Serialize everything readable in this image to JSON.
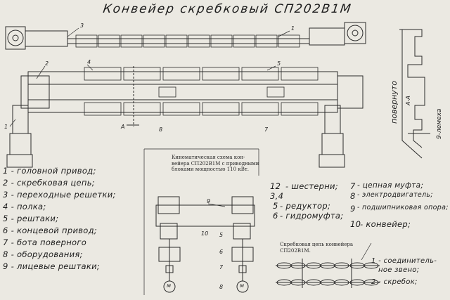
{
  "title": "Конвейер скребковый СП202В1М",
  "legend_left": [
    "1 - головной привод;",
    "2 - скребковая цепь;",
    "3 - переходные решетки;",
    "4 - полка;",
    "5 - рештаки;",
    "6 - концевой привод;",
    "7 - бота поверного",
    "8 - оборудования;",
    "9 - лицевые рештаки;"
  ],
  "legend_right": [
    {
      "num": "12",
      "text": "- шестерни;"
    },
    {
      "num": "3,4",
      "text": ""
    },
    {
      "num": "5",
      "text": "- редуктор;"
    },
    {
      "num": "6",
      "text": "- гидромуфта;"
    },
    {
      "num": "7",
      "text": "- цепная муфта;"
    },
    {
      "num": "8",
      "text": "- электродвигатель;"
    },
    {
      "num": "9",
      "text": "- подшипниковая опора;"
    },
    {
      "num": "10",
      "text": "- конвейер;"
    }
  ],
  "kinematic_caption": [
    "Кинематическая схема кон-",
    "вейера СП202В1М с приводными",
    "блоками мощностью 110 кВт."
  ],
  "chain_caption": [
    "Скребковая цепь конвейера",
    "СП202В1М."
  ],
  "chain_legend": [
    "1 - соединитель-",
    "ное звено;",
    "2 - скребок;"
  ],
  "side_labels": {
    "turned": "повернуто",
    "section": "А-А",
    "lemech": "9-лемеха"
  },
  "callouts": {
    "n1": "1",
    "n2": "2",
    "n3": "3",
    "n4": "4",
    "n5": "5",
    "n6": "6",
    "n7": "7",
    "n8": "8",
    "n9": "9",
    "n10": "10",
    "arrowA": "А",
    "motor": "м"
  }
}
